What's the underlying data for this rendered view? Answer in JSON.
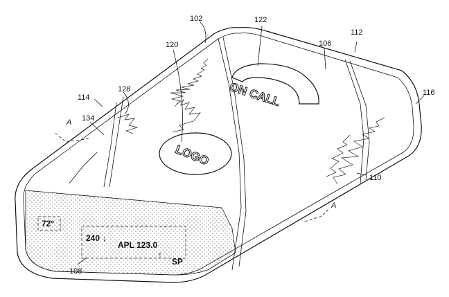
{
  "reference_numerals": {
    "n102": "102",
    "n122": "122",
    "n112": "112",
    "n120": "120",
    "n106": "106",
    "n114": "114",
    "n128": "128",
    "n116": "116",
    "n134": "134",
    "n110": "110",
    "n108": "108"
  },
  "section_markers": {
    "left": "A",
    "right": "A"
  },
  "device_surface": {
    "handset_text": "ON CALL",
    "logo_text": "LOGO"
  },
  "status_bar": {
    "temperature": "72°",
    "left_value": "240",
    "ticker": "APL 123.0",
    "right_label": "SP",
    "down_arrow": "↓",
    "up_arrow": "↑"
  }
}
